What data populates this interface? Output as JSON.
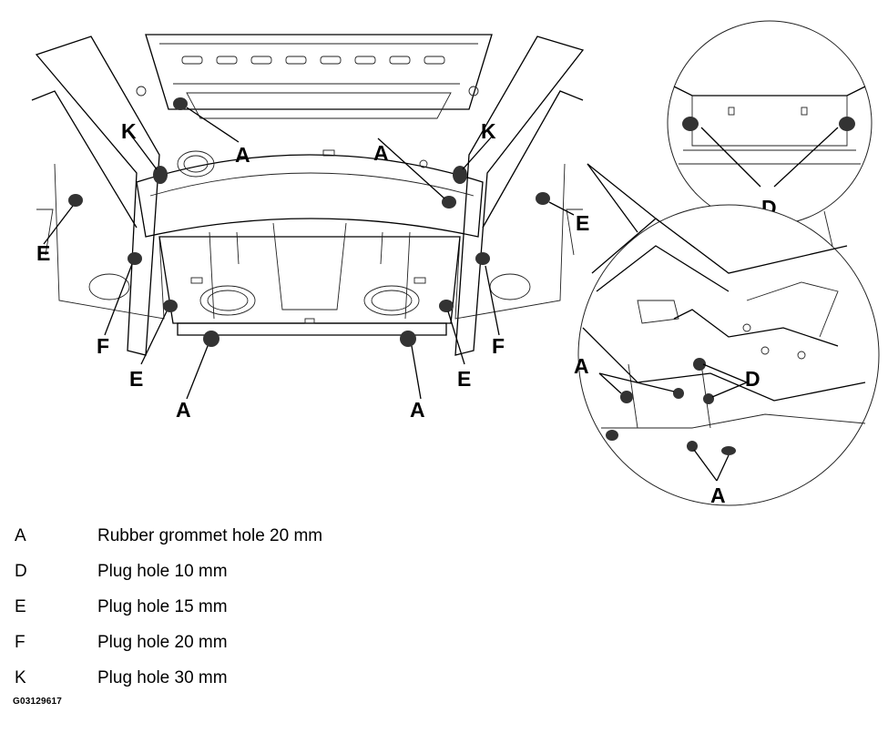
{
  "callouts": {
    "k_left": "K",
    "a_top_left": "A",
    "a_top_right": "A",
    "k_right": "K",
    "e_right_top": "E",
    "e_left": "E",
    "f_left": "F",
    "e_bottom_left": "E",
    "a_bottom_left": "A",
    "a_bottom_right": "A",
    "e_bottom_right": "E",
    "f_right": "F",
    "d_detail_top": "D",
    "a_detail_left": "A",
    "d_detail_mid": "D",
    "a_detail_bottom": "A"
  },
  "legend": [
    {
      "letter": "A",
      "text": "Rubber grommet hole 20 mm"
    },
    {
      "letter": "D",
      "text": "Plug hole 10 mm"
    },
    {
      "letter": "E",
      "text": "Plug hole 15 mm"
    },
    {
      "letter": "F",
      "text": "Plug hole 20 mm"
    },
    {
      "letter": "K",
      "text": "Plug hole 30 mm"
    }
  ],
  "figure_id": "G03129617"
}
